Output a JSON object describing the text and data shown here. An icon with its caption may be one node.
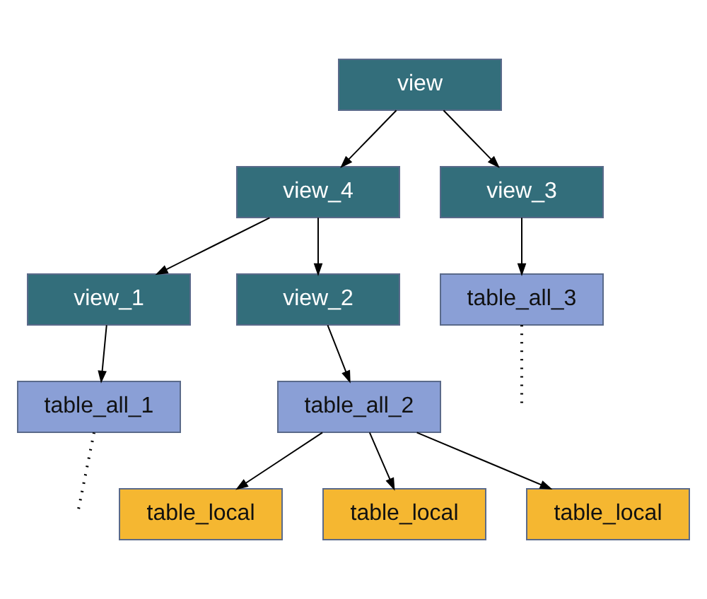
{
  "diagram": {
    "nodes": [
      {
        "text": [
          "view"
        ]
      },
      {
        "text": [
          "view_4"
        ]
      },
      {
        "text": [
          "view_3"
        ]
      },
      {
        "text": [
          "view_1"
        ]
      },
      {
        "text": [
          "view_2"
        ]
      },
      {
        "text": [
          "table_all_3"
        ]
      },
      {
        "text": [
          "table_all_1"
        ]
      },
      {
        "text": [
          "table_all_2"
        ]
      },
      {
        "text": [
          "table_local"
        ]
      },
      {
        "text": [
          "table_local"
        ]
      },
      {
        "text": [
          "table_local"
        ]
      }
    ],
    "edges": [
      {
        "from": 0,
        "to": 1,
        "arrow": "to"
      },
      {
        "from": 0,
        "to": 2,
        "arrow": "to"
      },
      {
        "from": 1,
        "to": 3,
        "arrow": "to"
      },
      {
        "from": 1,
        "to": 4,
        "arrow": "to"
      },
      {
        "from": 2,
        "to": 5,
        "arrow": "to"
      },
      {
        "from": 3,
        "to": 6,
        "arrow": "to"
      },
      {
        "from": 4,
        "to": 7,
        "arrow": "to"
      },
      {
        "from": 5,
        "to": null,
        "arrow": "none",
        "style": "dashed"
      },
      {
        "from": 6,
        "to": null,
        "arrow": "none",
        "style": "dashed"
      },
      {
        "from": 7,
        "to": 8,
        "arrow": "to"
      },
      {
        "from": 7,
        "to": 9,
        "arrow": "to"
      },
      {
        "from": 7,
        "to": 10,
        "arrow": "to"
      }
    ]
  }
}
